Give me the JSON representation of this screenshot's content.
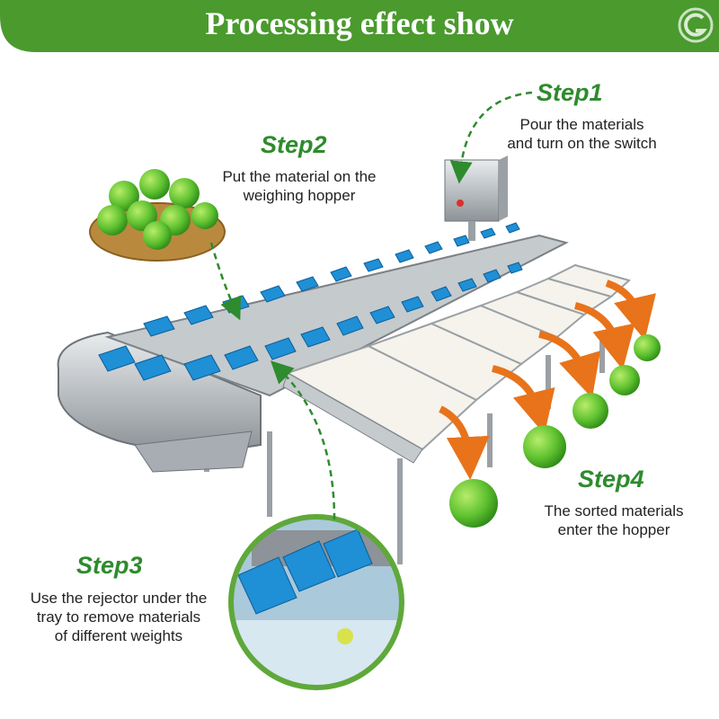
{
  "banner": {
    "title": "Processing effect show"
  },
  "colors": {
    "banner_green": "#4a9a2e",
    "step_green": "#2e8b2e",
    "arrow_orange": "#e8731a",
    "tray_blue": "#1f8fd6",
    "apple_green": "#5fc230"
  },
  "steps": [
    {
      "title": "Step1",
      "text": "Pour the materials\nand turn on the switch"
    },
    {
      "title": "Step2",
      "text": "Put the material on the\nweighing hopper"
    },
    {
      "title": "Step3",
      "text": "Use the rejector under the\ntray to remove materials\nof different weights"
    },
    {
      "title": "Step4",
      "text": "The sorted materials\nenter the hopper"
    }
  ],
  "icons": {
    "logo": "brand-logo-icon"
  }
}
